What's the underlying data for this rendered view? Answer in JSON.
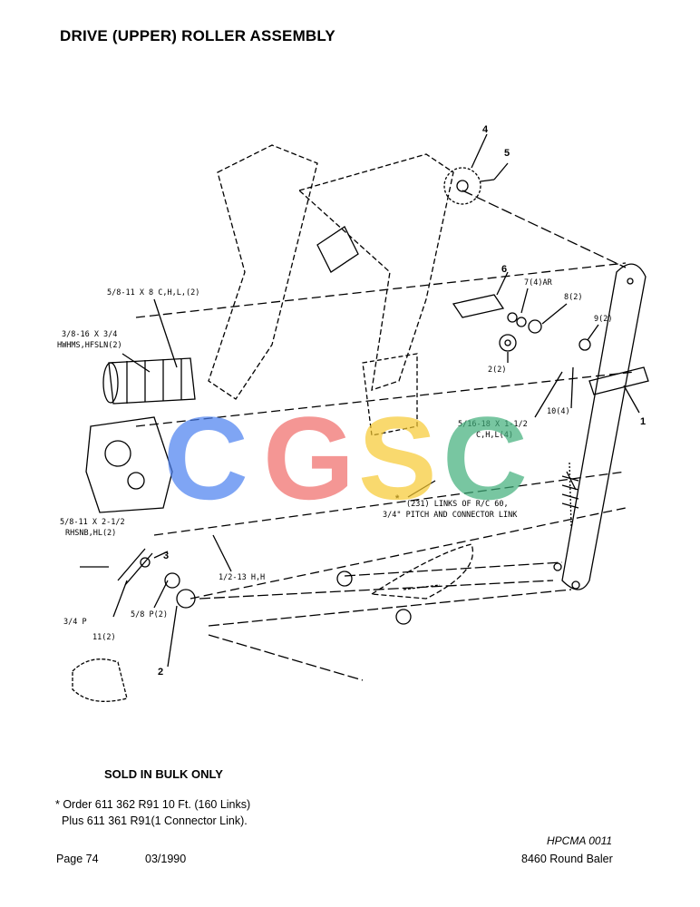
{
  "title": "DRIVE (UPPER) ROLLER ASSEMBLY",
  "callouts": {
    "c1": "1",
    "c2a": "2",
    "c2b": "2(2)",
    "c3": "3",
    "c4": "4",
    "c5": "5",
    "c6": "6",
    "c7": "7(4)AR",
    "c8": "8(2)",
    "c9": "9(2)",
    "c10": "10(4)",
    "c11": "11(2)"
  },
  "labels": {
    "bolt_58x8": "5/8-11 X 8 C,H,L,(2)",
    "screw_38_l1": "3/8-16 X 3/4",
    "screw_38_l2": "HWHMS,HFSLN(2)",
    "bolt_516_l1": "5/16-18 X 1-1/2",
    "bolt_516_l2": "C,H,L(4)",
    "chain_l1": "(231) LINKS OF R/C 60,",
    "chain_l2": "3/4\" PITCH AND CONNECTOR LINK",
    "bolt_58x2_l1": "5/8-11 X 2-1/2",
    "bolt_58x2_l2": "RHSNB,HL(2)",
    "nut_12": "1/2-13 H,H",
    "p34": "3/4 P",
    "p58": "5/8 P(2)"
  },
  "notes": {
    "sold_bulk": "SOLD IN BULK ONLY",
    "order_line1": "* Order 611 362 R91 10 Ft. (160 Links)",
    "order_line2": "Plus 611 361 R91(1 Connector Link)."
  },
  "footer": {
    "code": "HPCMA 0011",
    "page": "Page 74",
    "date": "03/1990",
    "model": "8460 Round Baler"
  },
  "watermark": {
    "letters": [
      "C",
      "G",
      "S",
      "C"
    ],
    "colors": [
      "#4a7ff0",
      "#f06a68",
      "#f7c931",
      "#3fae7a"
    ]
  }
}
